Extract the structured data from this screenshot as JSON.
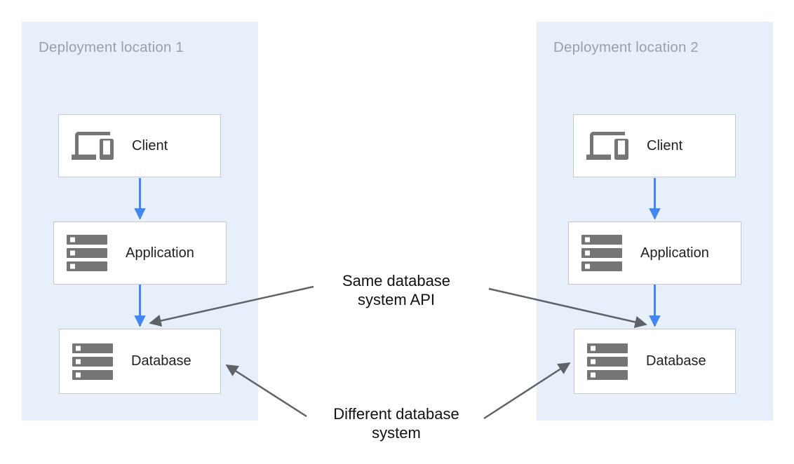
{
  "panels": [
    {
      "title": "Deployment location 1",
      "nodes": [
        {
          "label": "Client",
          "icon": "devices-icon"
        },
        {
          "label": "Application",
          "icon": "servers-icon"
        },
        {
          "label": "Database",
          "icon": "servers-icon"
        }
      ]
    },
    {
      "title": "Deployment location 2",
      "nodes": [
        {
          "label": "Client",
          "icon": "devices-icon"
        },
        {
          "label": "Application",
          "icon": "servers-icon"
        },
        {
          "label": "Database",
          "icon": "servers-icon"
        }
      ]
    }
  ],
  "annotations": [
    {
      "lines": [
        "Same database",
        "system API"
      ]
    },
    {
      "lines": [
        "Different database",
        "system"
      ]
    }
  ],
  "colors": {
    "panel_background": "#E7F0FA",
    "panel_title": "#9AA0A6",
    "box_background": "#FFFFFF",
    "box_border": "#C6C9CE",
    "box_text": "#212121",
    "flow_arrow": "#4285F4",
    "annotation_arrow": "#5F6368",
    "icon": "#757575",
    "annotation_text": "#111111"
  }
}
